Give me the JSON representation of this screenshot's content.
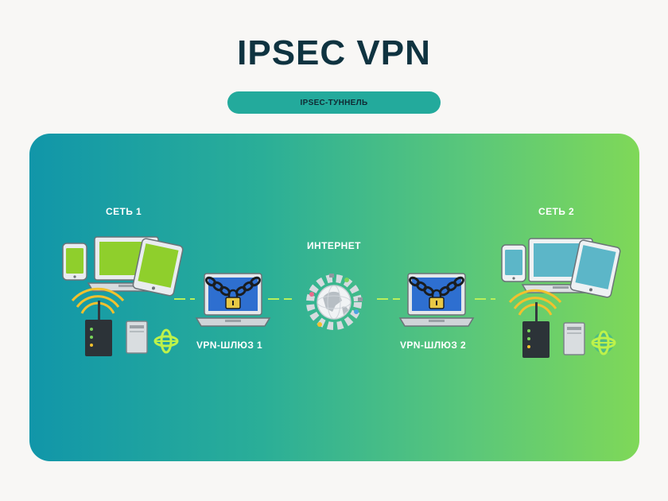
{
  "title": "IPSEC VPN",
  "tunnel_label": "IPSEC-ТУННЕЛЬ",
  "labels": {
    "network_1": "СЕТЬ 1",
    "network_2": "СЕТЬ 2",
    "internet": "ИНТЕРНЕТ",
    "gateway_1": "VPN-ШЛЮЗ 1",
    "gateway_2": "VPN-ШЛЮЗ 2"
  },
  "colors": {
    "title": "#0f3340",
    "pill": "#23aa9c",
    "gradient_start": "#1196a9",
    "gradient_end": "#7fd858",
    "link": "#b9ef5a"
  },
  "icons": [
    "phone-icon",
    "laptop-icon",
    "tablet-icon",
    "router-icon",
    "modem-icon",
    "network-globe-icon",
    "locked-laptop-icon",
    "padlock-icon",
    "chain-icon",
    "internet-globe-icon"
  ]
}
